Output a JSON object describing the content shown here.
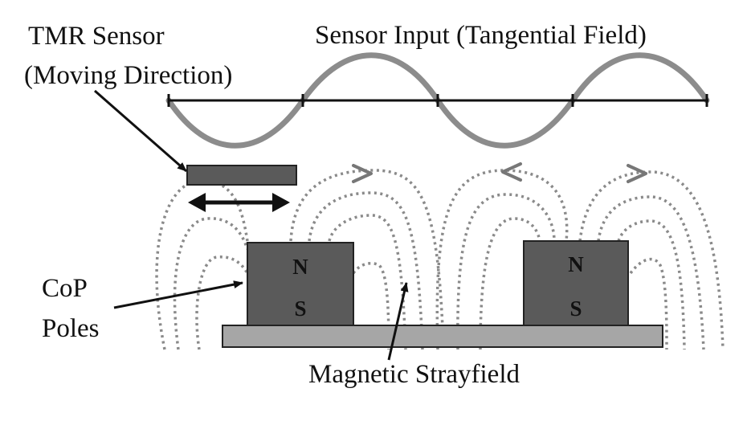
{
  "labels": {
    "tmr_sensor_line1": "TMR Sensor",
    "tmr_sensor_line2": "(Moving Direction)",
    "sensor_input": "Sensor Input (Tangential Field)",
    "cop_line1": "CoP",
    "cop_line2": "Poles",
    "stray_field": "Magnetic Strayfield"
  },
  "poles": [
    {
      "north": "N",
      "south": "S"
    },
    {
      "north": "N",
      "south": "S"
    }
  ],
  "colors": {
    "pole_fill": "#5a5a5a",
    "substrate_fill": "#a6a6a6",
    "sensor_fill": "#5a5a5a",
    "sine_wave": "#8c8c8c",
    "field_lines": "#8a8a8a",
    "axis": "#111111"
  },
  "icons": {
    "direction_arrow": "double-headed-arrow",
    "field_direction": "chevron-arrow"
  }
}
